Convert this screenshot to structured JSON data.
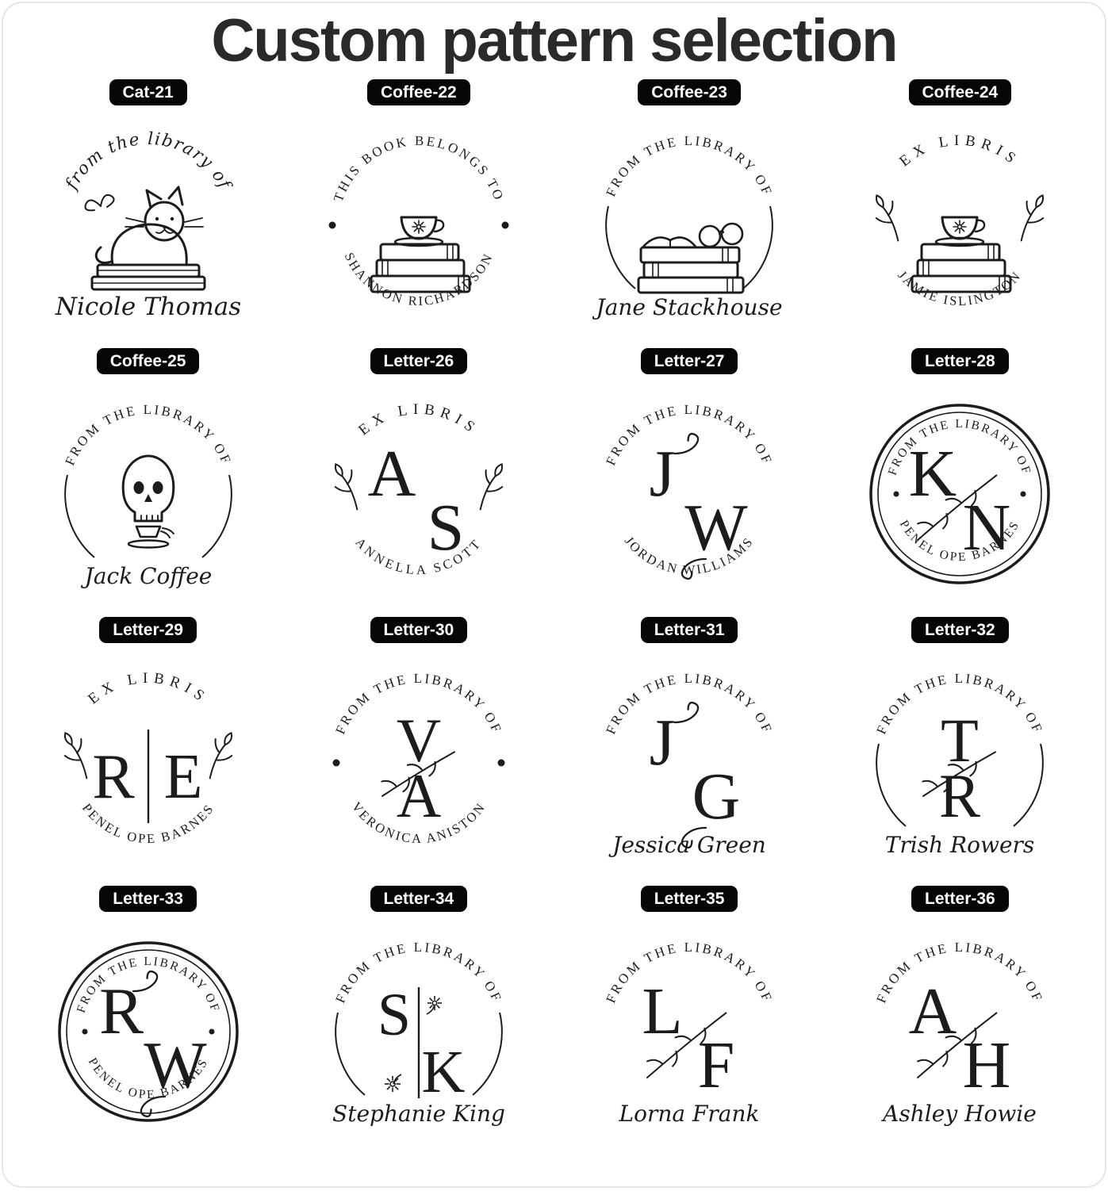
{
  "page": {
    "title": "Custom pattern selection",
    "ink": "#1c1c1c",
    "badge_bg": "#060606",
    "badge_fg": "#ffffff"
  },
  "stamps": [
    {
      "label": "Cat-21",
      "arc_top": "from the library of",
      "arc_top_style": "script",
      "name": "Nicole Thomas",
      "ring": "none",
      "art": "cat"
    },
    {
      "label": "Coffee-22",
      "arc_top": "THIS BOOK BELONGS TO",
      "arc_bottom": "SHANNON RICHARDSON",
      "ring": "none",
      "dots": true,
      "art": "books-cup"
    },
    {
      "label": "Coffee-23",
      "arc_top": "FROM THE LIBRARY OF",
      "name": "Jane Stackhouse",
      "ring": "partial",
      "art": "books-glasses"
    },
    {
      "label": "Coffee-24",
      "arc_top": "EX LIBRIS",
      "arc_bottom": "JAMIE ISLINGTON",
      "ring": "none",
      "florals": true,
      "art": "books-cup"
    },
    {
      "label": "Coffee-25",
      "arc_top": "FROM THE LIBRARY OF",
      "name": "Jack Coffee",
      "ring": "partial",
      "art": "skull-coffee"
    },
    {
      "label": "Letter-26",
      "arc_top": "EX LIBRIS",
      "arc_bottom": "ANNELLA SCOTT",
      "ring": "none",
      "florals": true,
      "monogram": {
        "letters": [
          "A",
          "S"
        ],
        "layout": "diagonal"
      }
    },
    {
      "label": "Letter-27",
      "arc_top": "FROM THE LIBRARY OF",
      "arc_bottom": "JORDAN WILLIAMS",
      "ring": "none",
      "monogram": {
        "letters": [
          "J",
          "W"
        ],
        "layout": "diagonal",
        "flourish": true
      }
    },
    {
      "label": "Letter-28",
      "arc_top": "FROM THE LIBRARY OF",
      "arc_bottom": "PENEL OPE BARNES",
      "ring": "double",
      "dots": true,
      "monogram": {
        "letters": [
          "K",
          "N"
        ],
        "layout": "diagonal",
        "branch": true
      }
    },
    {
      "label": "Letter-29",
      "arc_top": "EX LIBRIS",
      "arc_bottom": "PENEL OPE BARNES",
      "ring": "none",
      "florals": true,
      "monogram": {
        "letters": [
          "R",
          "E"
        ],
        "layout": "bar"
      }
    },
    {
      "label": "Letter-30",
      "arc_top": "FROM THE LIBRARY OF",
      "arc_bottom": "VERONICA ANISTON",
      "ring": "none",
      "dots": true,
      "monogram": {
        "letters": [
          "V",
          "A"
        ],
        "layout": "stacked",
        "branch": true
      }
    },
    {
      "label": "Letter-31",
      "arc_top": "FROM THE LIBRARY OF",
      "name": "Jessica Green",
      "ring": "none",
      "monogram": {
        "letters": [
          "J",
          "G"
        ],
        "layout": "diagonal",
        "flourish": true
      }
    },
    {
      "label": "Letter-32",
      "arc_top": "FROM THE LIBRARY OF",
      "name": "Trish Rowers",
      "ring": "partial",
      "monogram": {
        "letters": [
          "T",
          "R"
        ],
        "layout": "stacked",
        "branch": true
      }
    },
    {
      "label": "Letter-33",
      "arc_top": "FROM THE LIBRARY OF",
      "arc_bottom": "PENEL OPE BARNES",
      "ring": "double",
      "dots": true,
      "monogram": {
        "letters": [
          "R",
          "W"
        ],
        "layout": "diagonal",
        "flourish": true
      }
    },
    {
      "label": "Letter-34",
      "arc_top": "FROM THE LIBRARY OF",
      "name": "Stephanie King",
      "ring": "partial",
      "monogram": {
        "letters": [
          "S",
          "K"
        ],
        "layout": "bar-diagonal",
        "florals": true
      }
    },
    {
      "label": "Letter-35",
      "arc_top": "FROM THE LIBRARY OF",
      "name": "Lorna Frank",
      "ring": "none",
      "monogram": {
        "letters": [
          "L",
          "F"
        ],
        "layout": "diagonal",
        "branch": true
      }
    },
    {
      "label": "Letter-36",
      "arc_top": "FROM THE LIBRARY OF",
      "name": "Ashley Howie",
      "ring": "none",
      "monogram": {
        "letters": [
          "A",
          "H"
        ],
        "layout": "diagonal",
        "branch": true
      }
    }
  ]
}
